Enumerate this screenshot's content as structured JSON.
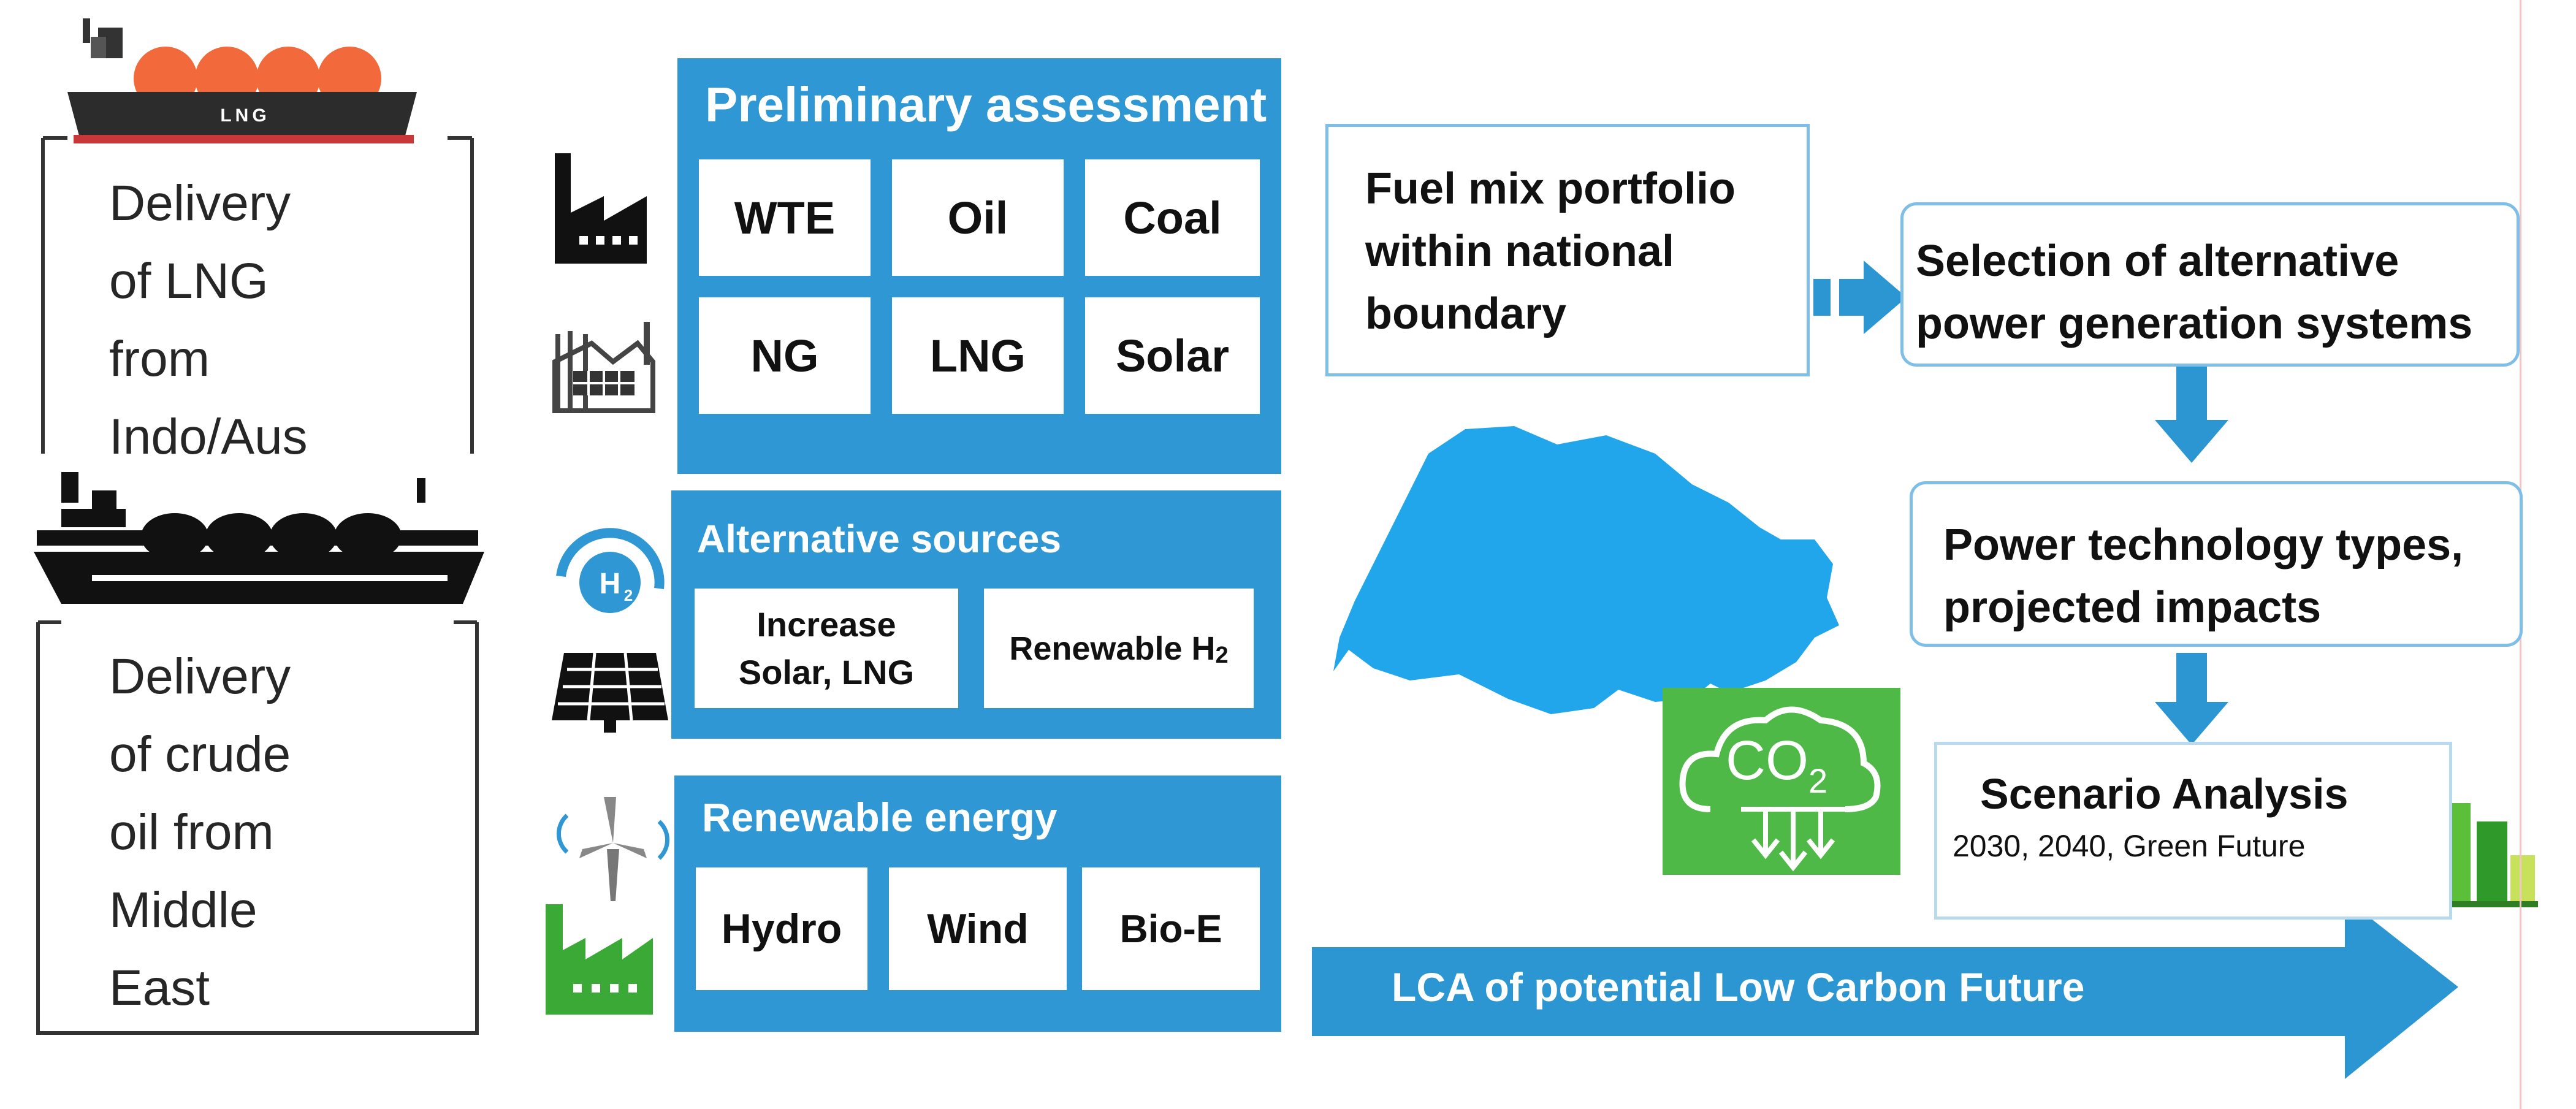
{
  "left_column": {
    "lng_ship_label": "LNG",
    "lng_delivery_lines": [
      "Delivery",
      "of LNG",
      "from",
      "Indo/Aus"
    ],
    "crude_delivery_lines": [
      "Delivery",
      "of crude",
      "oil from",
      "Middle",
      "East"
    ]
  },
  "panels": {
    "preliminary": {
      "title": "Preliminary assessment",
      "cells": [
        "WTE",
        "Oil",
        "Coal",
        "NG",
        "LNG",
        "Solar"
      ]
    },
    "alternative": {
      "title": "Alternative sources",
      "increase_lines": [
        "Increase",
        "Solar, LNG"
      ],
      "renewable_h2": "Renewable H",
      "renewable_h2_sub": "2"
    },
    "renewable": {
      "title": "Renewable energy",
      "cells": [
        "Hydro",
        "Wind",
        "Bio-E"
      ]
    }
  },
  "flow": {
    "fuel_mix_lines": [
      "Fuel mix portfolio",
      "within national",
      "boundary"
    ],
    "selection_lines": [
      "Selection of alternative",
      "power generation systems"
    ],
    "power_tech_lines": [
      "Power technology types,",
      "projected impacts"
    ],
    "scenario_title": "Scenario Analysis",
    "scenario_sub": "2030, 2040, Green Future"
  },
  "co2_icon_text": "CO",
  "co2_icon_sub": "2",
  "lca_arrow_label": "LCA of potential Low Carbon Future",
  "colors": {
    "panel_blue": "#2e97d4",
    "arrow_blue": "#2b96d1",
    "map_blue": "#21a6ec",
    "ship_orange": "#f26a3c",
    "co2_green": "#4fb948",
    "flow_border": "#7fbee6"
  },
  "icons": [
    "lng-ship-icon",
    "crude-oil-ship-icon",
    "factory-icon",
    "factory-outline-icon",
    "hydrogen-icon",
    "solar-panel-icon",
    "wind-turbine-icon",
    "green-factory-icon",
    "singapore-map",
    "co2-cloud-icon",
    "green-city-icon"
  ]
}
